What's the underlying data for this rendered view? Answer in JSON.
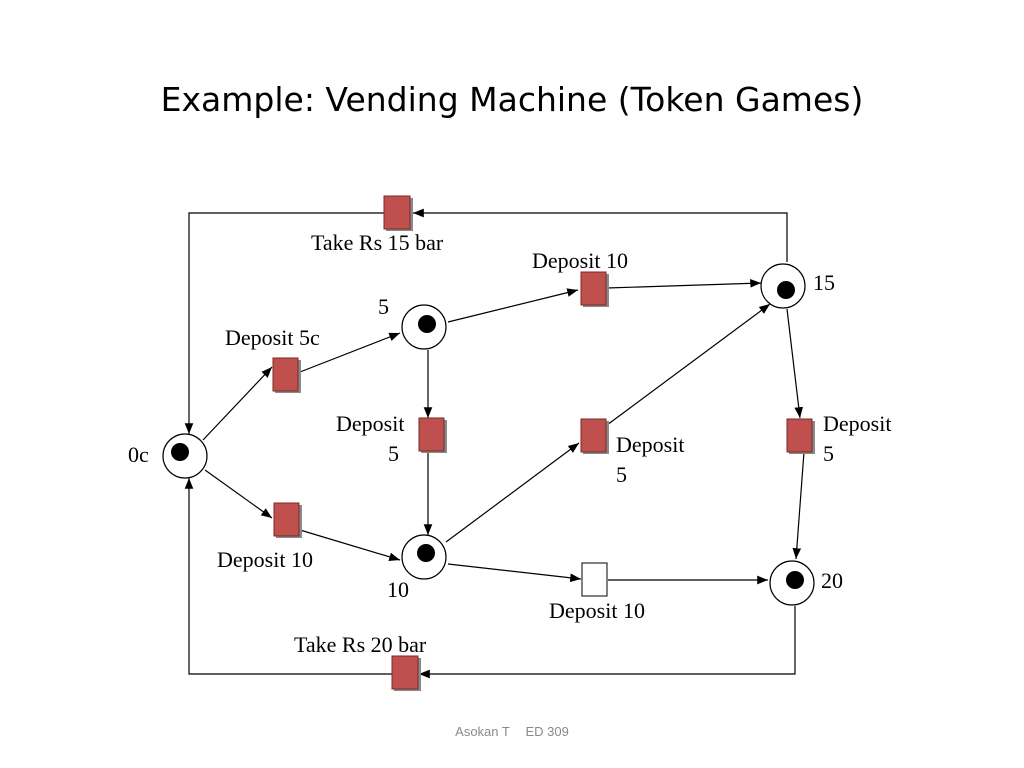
{
  "title": "Example: Vending Machine (Token Games)",
  "footer": {
    "author": "Asokan T",
    "course": "ED 309"
  },
  "places": [
    {
      "id": "p0",
      "label": "0c",
      "token": true
    },
    {
      "id": "p5",
      "label": "5",
      "token": true
    },
    {
      "id": "p10",
      "label": "10",
      "token": true
    },
    {
      "id": "p15",
      "label": "15",
      "token": true
    },
    {
      "id": "p20",
      "label": "20",
      "token": true
    }
  ],
  "transitions": [
    {
      "id": "t_take15",
      "label": "Take Rs 15 bar",
      "enabled": true
    },
    {
      "id": "t_d10_5_15",
      "label": "Deposit 10",
      "enabled": true
    },
    {
      "id": "t_d5c",
      "label": "Deposit 5c",
      "enabled": true
    },
    {
      "id": "t_d5_5_10",
      "label_lines": [
        "Deposit",
        "5"
      ],
      "enabled": true
    },
    {
      "id": "t_d5_10_15",
      "label_lines": [
        "Deposit",
        "5"
      ],
      "enabled": true
    },
    {
      "id": "t_d5_15_20",
      "label_lines": [
        "Deposit",
        "5"
      ],
      "enabled": true
    },
    {
      "id": "t_d10_0_10",
      "label": "Deposit 10",
      "enabled": true
    },
    {
      "id": "t_d10_10_20",
      "label": "Deposit 10",
      "enabled": false
    },
    {
      "id": "t_take20",
      "label": "Take Rs 20 bar",
      "enabled": true
    }
  ]
}
